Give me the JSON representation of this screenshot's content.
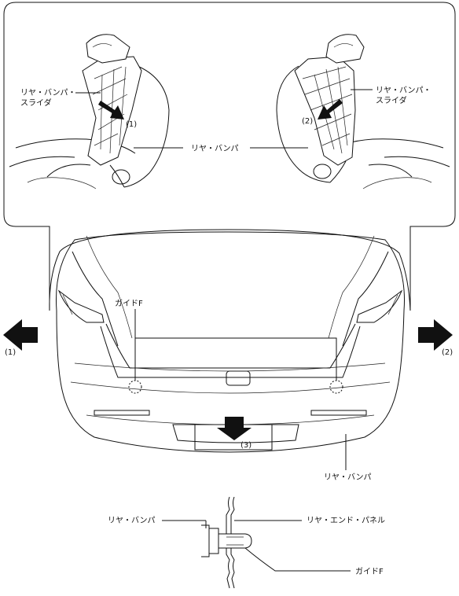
{
  "labels": {
    "rear_bumper_slider_left_1": "リヤ・バンパ・",
    "rear_bumper_slider_left_2": "スライダ",
    "rear_bumper_slider_right_1": "リヤ・バンパ・",
    "rear_bumper_slider_right_2": "スライダ",
    "rear_bumper_top": "リヤ・バンパ",
    "step_1_top": "(1)",
    "step_2_top": "(2)",
    "guide_f_top": "ガイドF",
    "arrow_1": "(1)",
    "arrow_2": "(2)",
    "arrow_3": "(3)",
    "rear_bumper_main": "リヤ・バンパ",
    "rear_bumper_section": "リヤ・バンパ",
    "rear_end_panel": "リヤ・エンド・パネル",
    "guide_f_section": "ガイドF"
  }
}
